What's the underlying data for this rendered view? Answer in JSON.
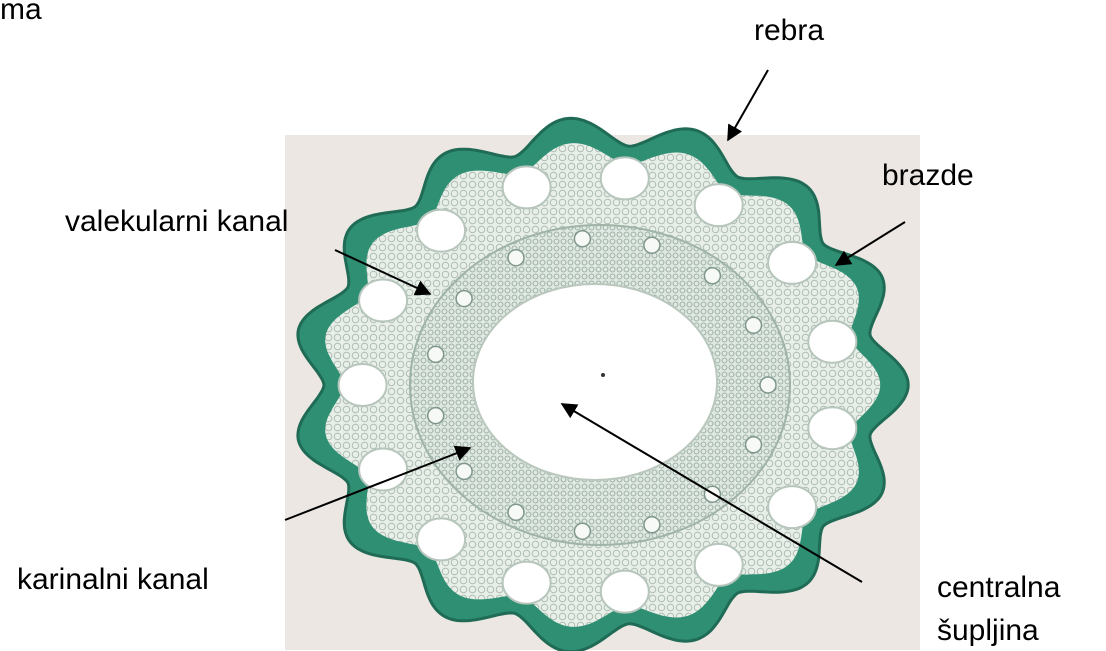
{
  "labels": {
    "top_left_fragment": "ma",
    "rebra": "rebra",
    "brazde": "brazde",
    "valekularni_kanal": "valekularni kanal",
    "karinalni_kanal": "karinalni kanal",
    "centralna": "centralna",
    "supljina": "šupljina"
  },
  "colors": {
    "tissue_green": "#2f8f72",
    "tissue_dark": "#1f6b55",
    "cell_gray": "#c9d3cc",
    "cavity": "#ffffff",
    "photo_bg": "#ece7e2",
    "arrow": "#000000"
  }
}
